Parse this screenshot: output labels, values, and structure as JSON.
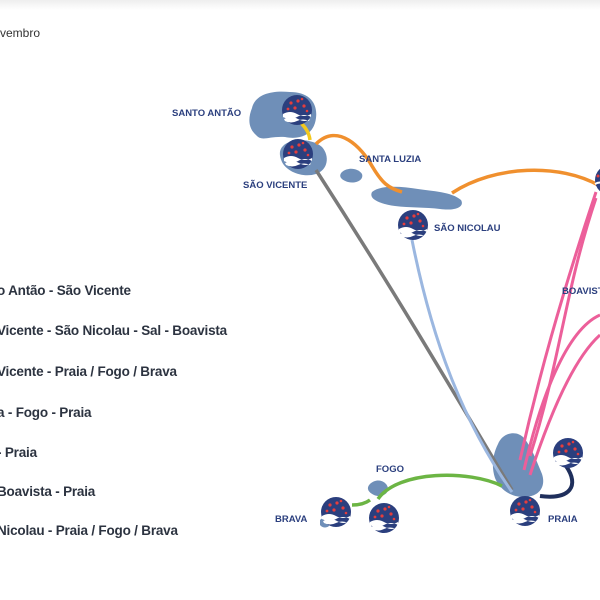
{
  "header": {
    "date_label": "vembro"
  },
  "legend": {
    "items": [
      "o Antão - São Vicente",
      "Vicente - São Nicolau - Sal - Boavista",
      "Vicente - Praia / Fogo / Brava",
      "a - Fogo - Praia",
      "- Praia",
      "Boavista - Praia",
      "Nicolau - Praia / Fogo / Brava"
    ]
  },
  "map": {
    "islands": {
      "santo_antao": "SANTO ANTÃO",
      "sao_vicente": "SÃO VICENTE",
      "santa_luzia": "SANTA LUZIA",
      "sao_nicolau": "SÃO NICOLAU",
      "boavista": "BOAVIST",
      "fogo": "FOGO",
      "brava": "BRAVA",
      "praia": "PRAIA"
    },
    "colors": {
      "island": "#6f8fb8",
      "label": "#2b3f7e",
      "route_orange": "#f0902e",
      "route_gray": "#7a7a7a",
      "route_lightblue": "#9bb7e0",
      "route_pink": "#ec5f9a",
      "route_green": "#6cb544",
      "route_navy": "#1f2f5c",
      "route_yellow": "#f3c81c",
      "port_icon_fill": "#2b3f7e",
      "port_icon_dots": "#e53d3d"
    }
  }
}
